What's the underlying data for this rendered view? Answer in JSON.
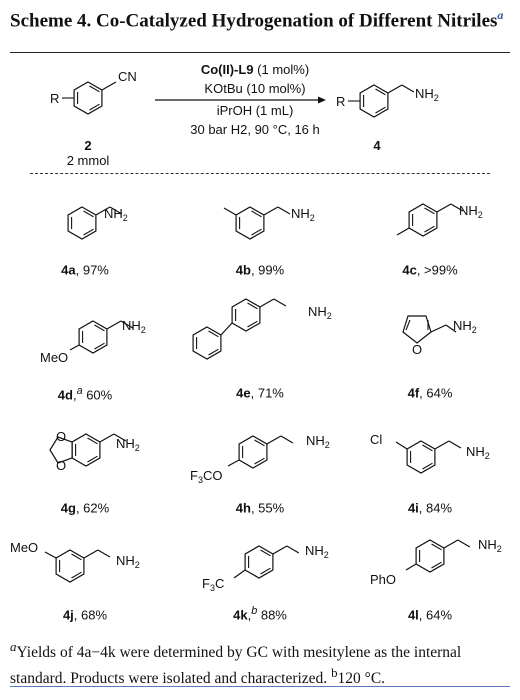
{
  "scheme": {
    "title": "Scheme 4. Co-Catalyzed Hydrogenation of Different Nitriles",
    "title_note": "a"
  },
  "reaction": {
    "reactant_number": "2",
    "reactant_amount": "2 mmol",
    "product_number": "4",
    "conditions": {
      "catalyst": "Co(II)-L9",
      "catalyst_loading": "(1 mol%)",
      "base": "KOtBu (10 mol%)",
      "solvent": "iPrOH (1 mL)",
      "params": "30 bar H2, 90 °C, 16 h"
    }
  },
  "products": [
    {
      "id": "4a",
      "note": "",
      "yield": ", 97%"
    },
    {
      "id": "4b",
      "note": "",
      "yield": ", 99%"
    },
    {
      "id": "4c",
      "note": "",
      "yield": ", >99%"
    },
    {
      "id": "4d",
      "note": "a",
      "yield": " 60%"
    },
    {
      "id": "4e",
      "note": "",
      "yield": ", 71%"
    },
    {
      "id": "4f",
      "note": "",
      "yield": ", 64%"
    },
    {
      "id": "4g",
      "note": "",
      "yield": ", 62%"
    },
    {
      "id": "4h",
      "note": "",
      "yield": ", 55%"
    },
    {
      "id": "4i",
      "note": "",
      "yield": ", 84%"
    },
    {
      "id": "4j",
      "note": "",
      "yield": ", 68%"
    },
    {
      "id": "4k",
      "note": "b",
      "yield": " 88%"
    },
    {
      "id": "4l",
      "note": "",
      "yield": ", 64%"
    }
  ],
  "footnote": {
    "a_text": "Yields of 4a−4k were determined by GC with mesitylene as the internal standard. Products were isolated and characterized.",
    "b_text": "120 °C."
  },
  "colors": {
    "accent": "#3a57a6",
    "text": "#111111"
  }
}
